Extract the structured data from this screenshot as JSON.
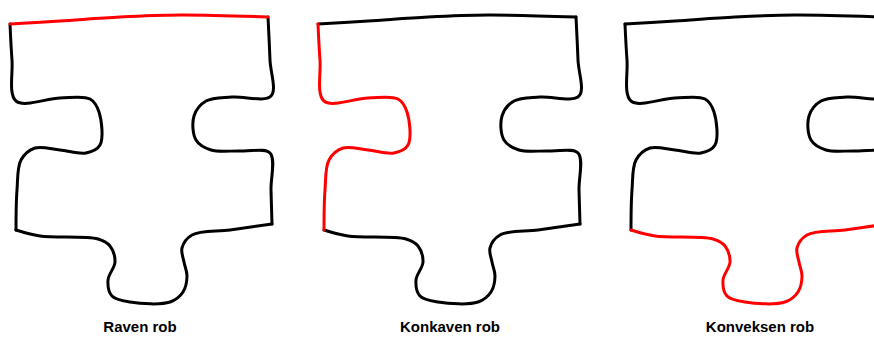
{
  "diagram": {
    "labels": [
      "Raven rob",
      "Konkaven rob",
      "Konveksen rob"
    ]
  }
}
